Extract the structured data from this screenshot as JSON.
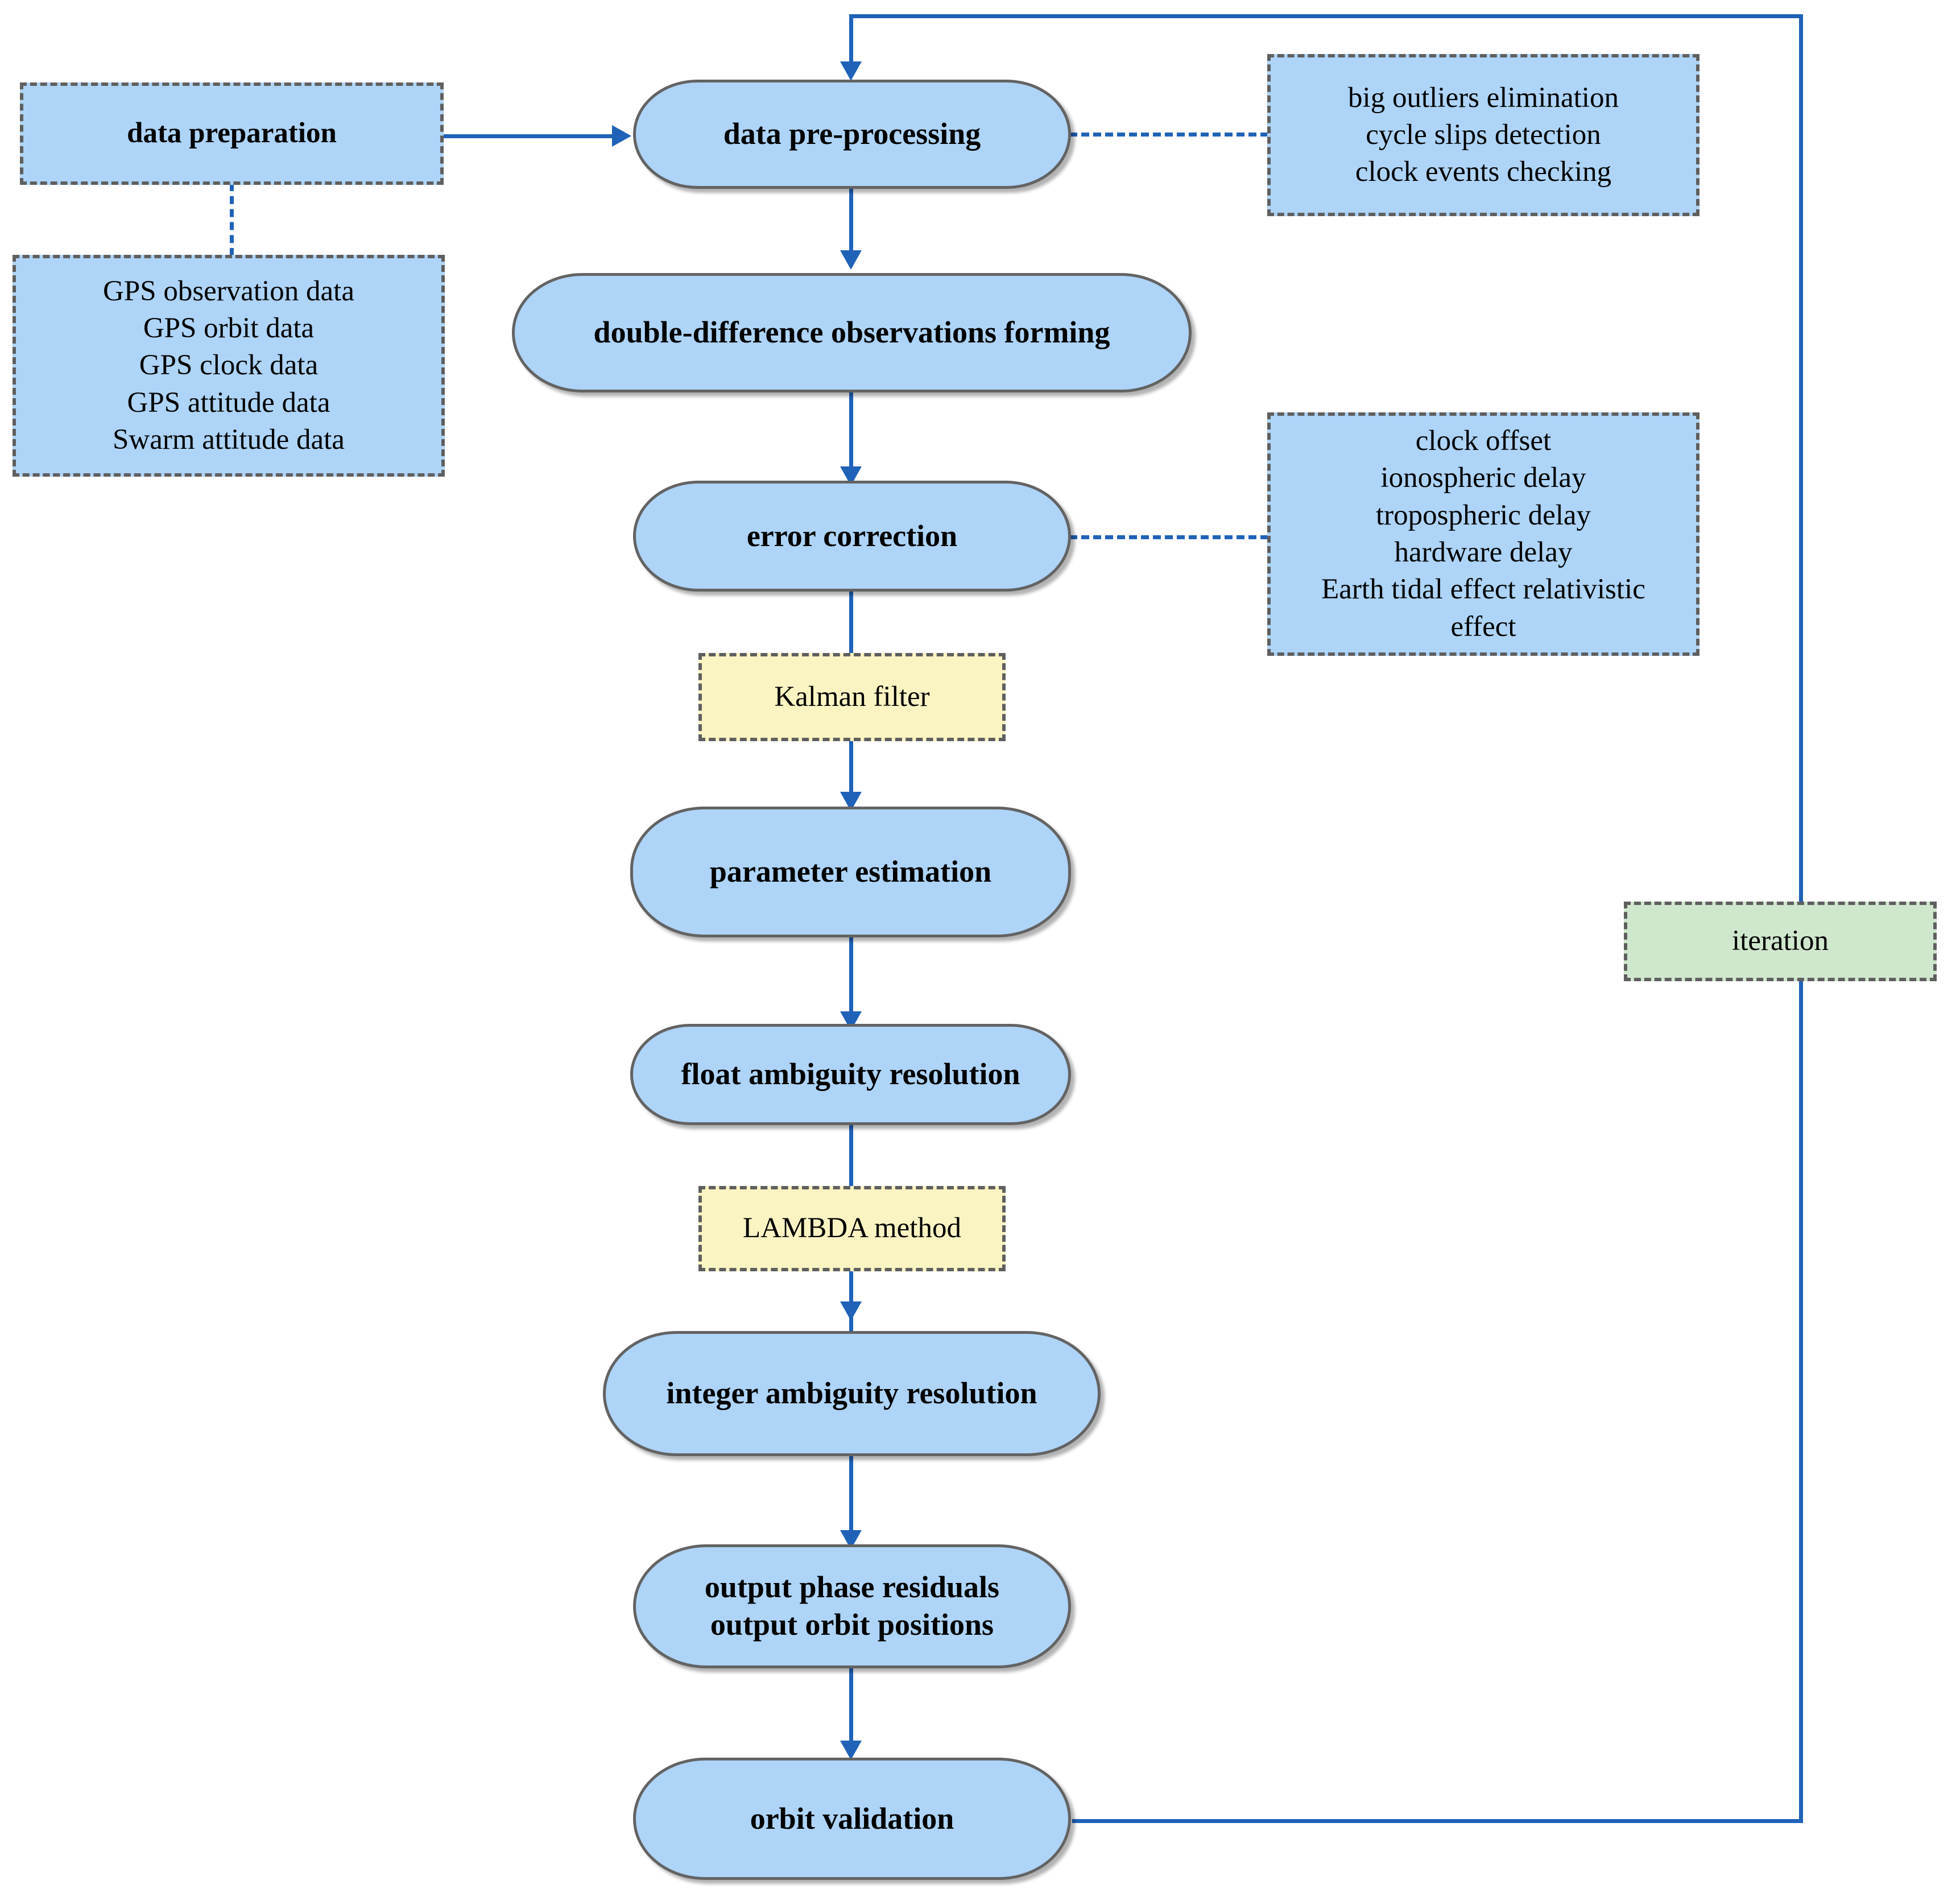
{
  "diagram": {
    "title": "GPS baseline determination processing flowchart",
    "colors": {
      "process_fill": "#aed4f7",
      "process_border": "#636363",
      "note_blue_fill": "#aed4f7",
      "note_yellow_fill": "#faf4c3",
      "note_green_fill": "#cfe7cd",
      "note_border": "#5f5f5f",
      "connector": "#1f62b8"
    }
  },
  "nodes": {
    "data_preparation": {
      "label": "data preparation"
    },
    "data_sources": {
      "lines": [
        "GPS observation data",
        "GPS orbit data",
        "GPS clock data",
        "GPS attitude data",
        "Swarm attitude data"
      ]
    },
    "data_preprocessing": {
      "label": "data pre-processing"
    },
    "preprocessing_details": {
      "lines": [
        "big outliers elimination",
        "cycle slips detection",
        "clock events checking"
      ]
    },
    "double_difference": {
      "label": "double-difference observations forming"
    },
    "error_correction": {
      "label": "error correction"
    },
    "error_details": {
      "lines": [
        "clock offset",
        "ionospheric delay",
        "tropospheric delay",
        "hardware delay",
        "Earth tidal effect relativistic",
        "effect"
      ]
    },
    "kalman_filter": {
      "label": "Kalman filter"
    },
    "parameter_estimation": {
      "label": "parameter estimation"
    },
    "float_ambiguity": {
      "label": "float ambiguity resolution"
    },
    "lambda_method": {
      "label": "LAMBDA method"
    },
    "integer_ambiguity": {
      "label": "integer ambiguity resolution"
    },
    "output_results": {
      "lines": [
        "output phase residuals",
        "output orbit positions"
      ]
    },
    "orbit_validation": {
      "label": "orbit validation"
    },
    "iteration": {
      "label": "iteration"
    }
  }
}
